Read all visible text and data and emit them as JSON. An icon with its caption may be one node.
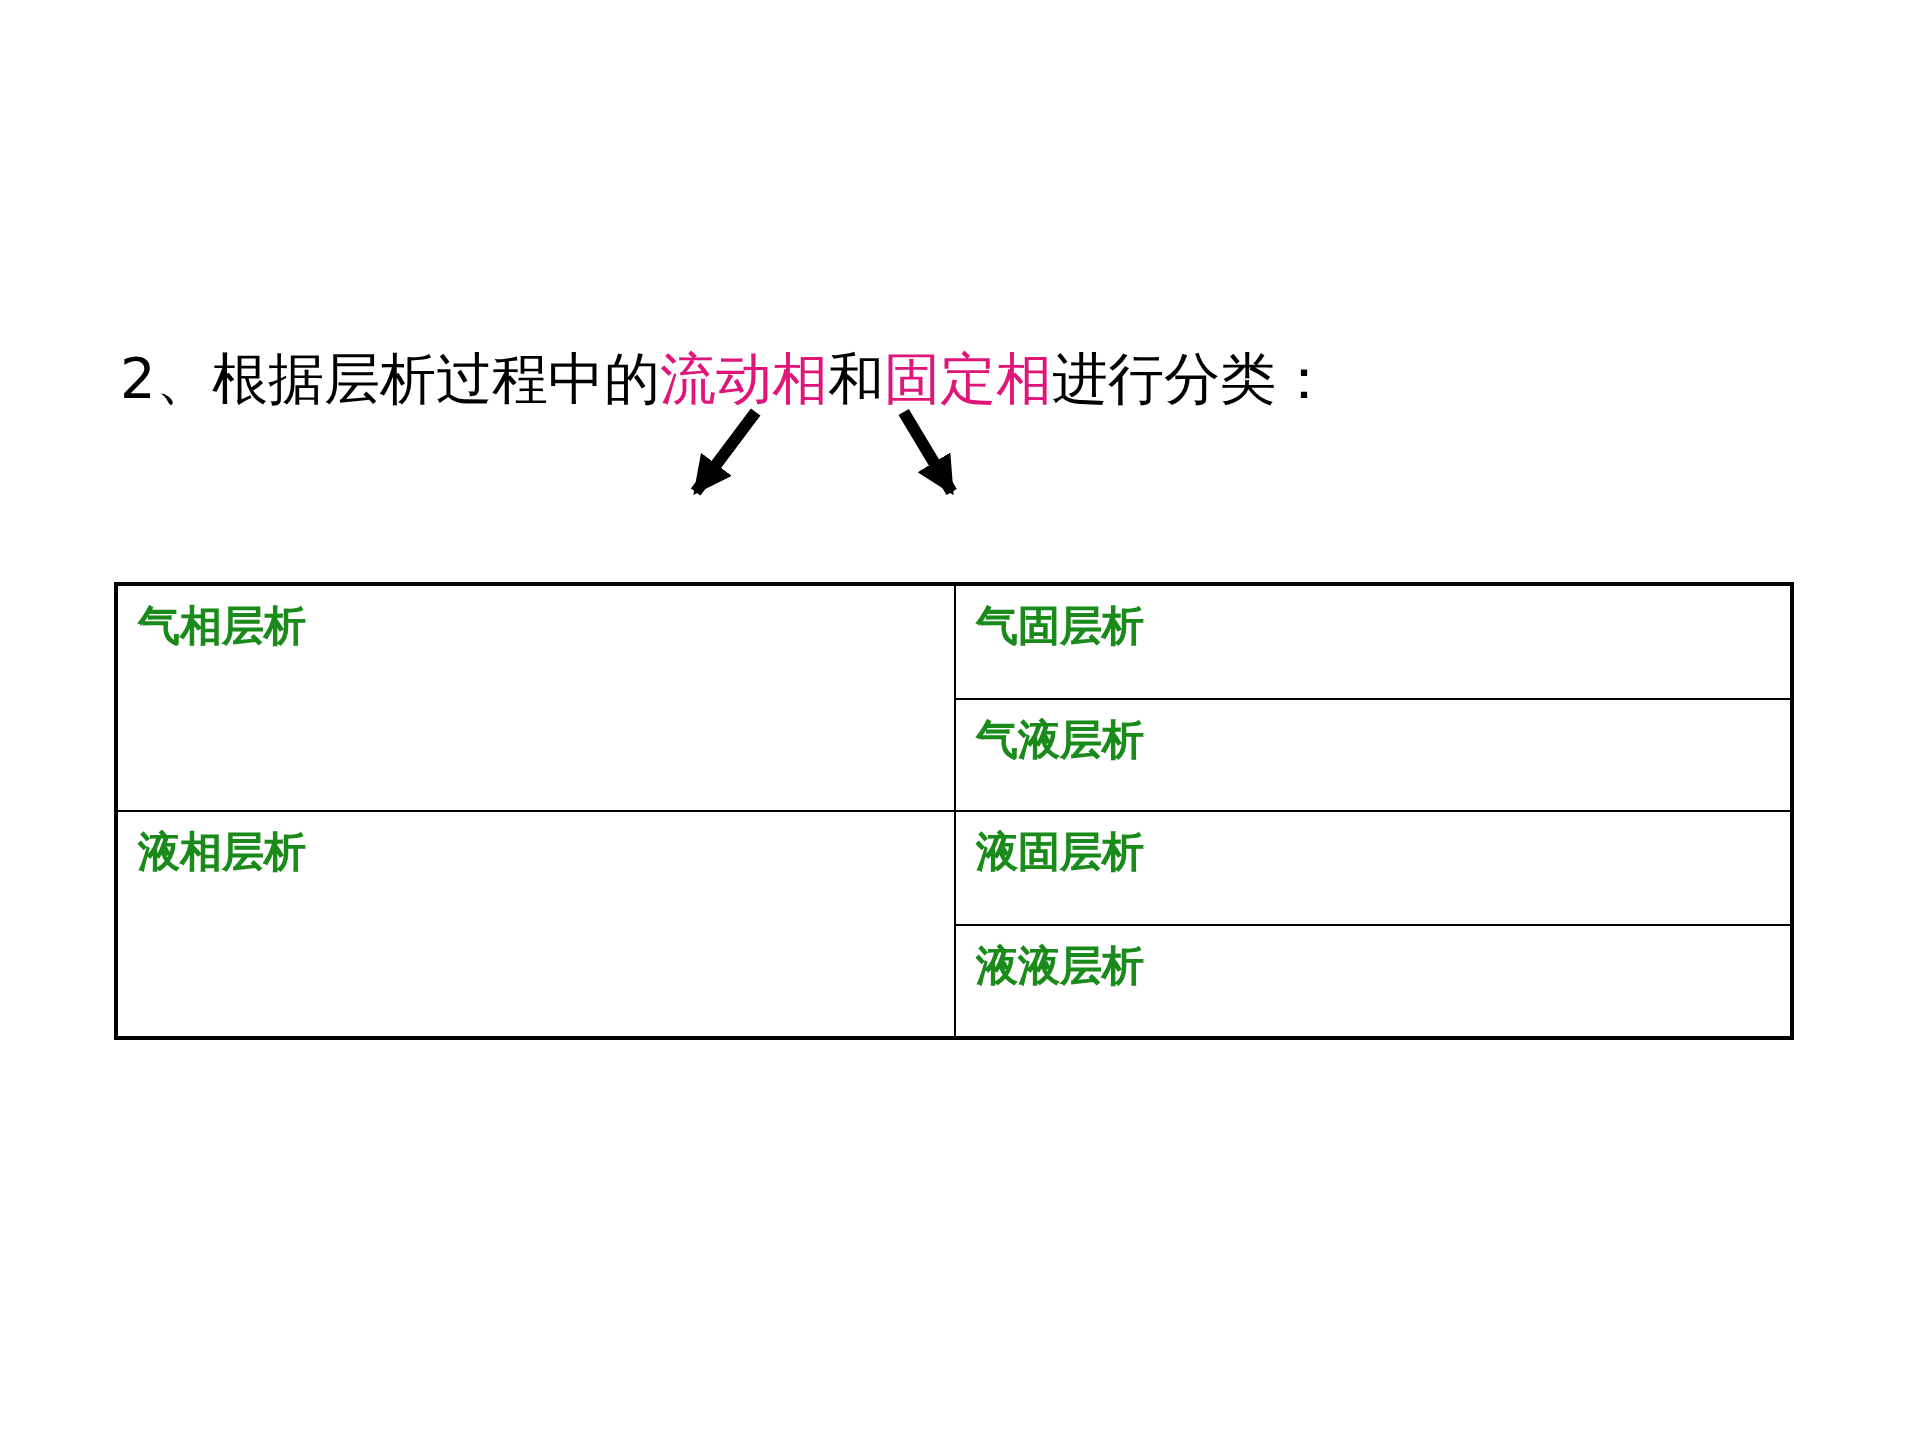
{
  "diagram": {
    "nodes": [
      {
        "text": [
          "流动相"
        ]
      },
      {
        "text": [
          "固定相"
        ]
      },
      {
        "text": [
          "气相层析"
        ]
      },
      {
        "text": [
          "气固层析"
        ]
      },
      {
        "text": [
          "气液层析"
        ]
      },
      {
        "text": [
          "液相层析"
        ]
      },
      {
        "text": [
          "液固层析"
        ]
      },
      {
        "text": [
          "液液层析"
        ]
      }
    ],
    "edges": [
      {
        "from": 0,
        "to": null,
        "arrow": "to"
      },
      {
        "from": 1,
        "to": null,
        "arrow": "to"
      }
    ],
    "labels": [
      "2、根据层析过程中的",
      "和",
      "进行分类："
    ]
  }
}
